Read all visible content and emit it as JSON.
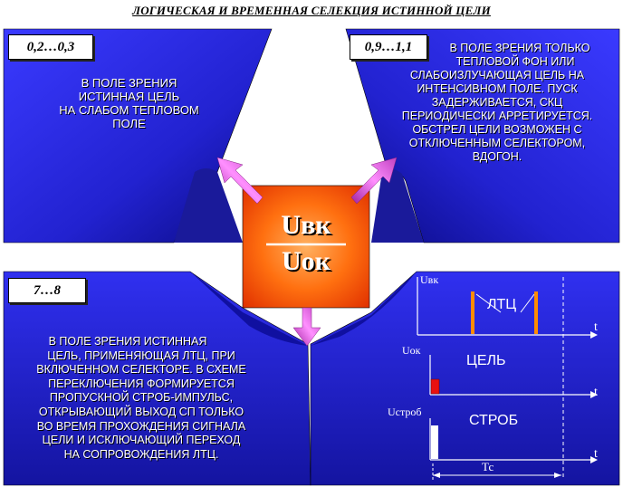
{
  "title": "ЛОГИЧЕСКАЯ И ВРЕМЕННАЯ СЕЛЕКЦИЯ ИСТИННОЙ ЦЕЛИ",
  "panels": {
    "top_left": {
      "tag": "0,2…0,3",
      "lines": [
        "В ПОЛЕ ЗРЕНИЯ",
        "ИСТИННАЯ ЦЕЛЬ",
        "НА СЛАБОМ ТЕПЛОВОМ",
        "ПОЛЕ"
      ]
    },
    "top_right": {
      "tag": "0,9…1,1",
      "lines": [
        "В ПОЛЕ ЗРЕНИЯ ТОЛЬКО",
        "ТЕПЛОВОЙ ФОН ИЛИ",
        "СЛАБОИЗЛУЧАЮЩАЯ ЦЕЛЬ НА",
        "ИНТЕНСИВНОМ ПОЛЕ. ПУСК",
        "ЗАДЕРЖИВАЕТСЯ, СКЦ",
        "ПЕРИОДИЧЕСКИ АРРЕТИРУЕТСЯ.",
        "ОБСТРЕЛ ЦЕЛИ ВОЗМОЖЕН С",
        "ОТКЛЮЧЕННЫМ СЕЛЕКТОРОМ,",
        "ВДОГОН."
      ]
    },
    "bottom_left": {
      "tag": "7…8",
      "lines": [
        "В ПОЛЕ ЗРЕНИЯ ИСТИННАЯ",
        "ЦЕЛЬ, ПРИМЕНЯЮЩАЯ ЛТЦ, ПРИ",
        "ВКЛЮЧЕННОМ СЕЛЕКТОРЕ. В СХЕМЕ",
        "ПЕРЕКЛЮЧЕНИЯ ФОРМИРУЕТСЯ",
        "ПРОПУСКНОЙ СТРОБ-ИМПУЛЬС,",
        "ОТКРЫВАЮЩИЙ ВЫХОД СП ТОЛЬКО",
        "ВО ВРЕМЯ ПРОХОЖДЕНИЯ СИГНАЛА",
        "ЦЕЛИ И ИСКЛЮЧАЮЩИЙ ПЕРЕХОД",
        "НА СОПРОВОЖДЕНИЯ ЛТЦ."
      ]
    }
  },
  "center": {
    "numerator": "Uвк",
    "denominator": "Uок"
  },
  "chart": {
    "axes": [
      {
        "ylabel": "Uвк",
        "tlabel": "t",
        "signal_label": "ЛТЦ"
      },
      {
        "ylabel": "Uок",
        "tlabel": "t",
        "signal_label": "ЦЕЛЬ"
      },
      {
        "ylabel": "Uстроб",
        "tlabel": "t",
        "signal_label": "СТРОБ"
      }
    ],
    "period_label": "Тс"
  },
  "colors": {
    "panel_blue": "#2a2ad8",
    "center_orange": "#ff7a1a",
    "ltc_bar": "#ff8c00",
    "target_bar": "#e81010",
    "strobe_bar": "#ffffff",
    "arrow": "#e060c0"
  }
}
